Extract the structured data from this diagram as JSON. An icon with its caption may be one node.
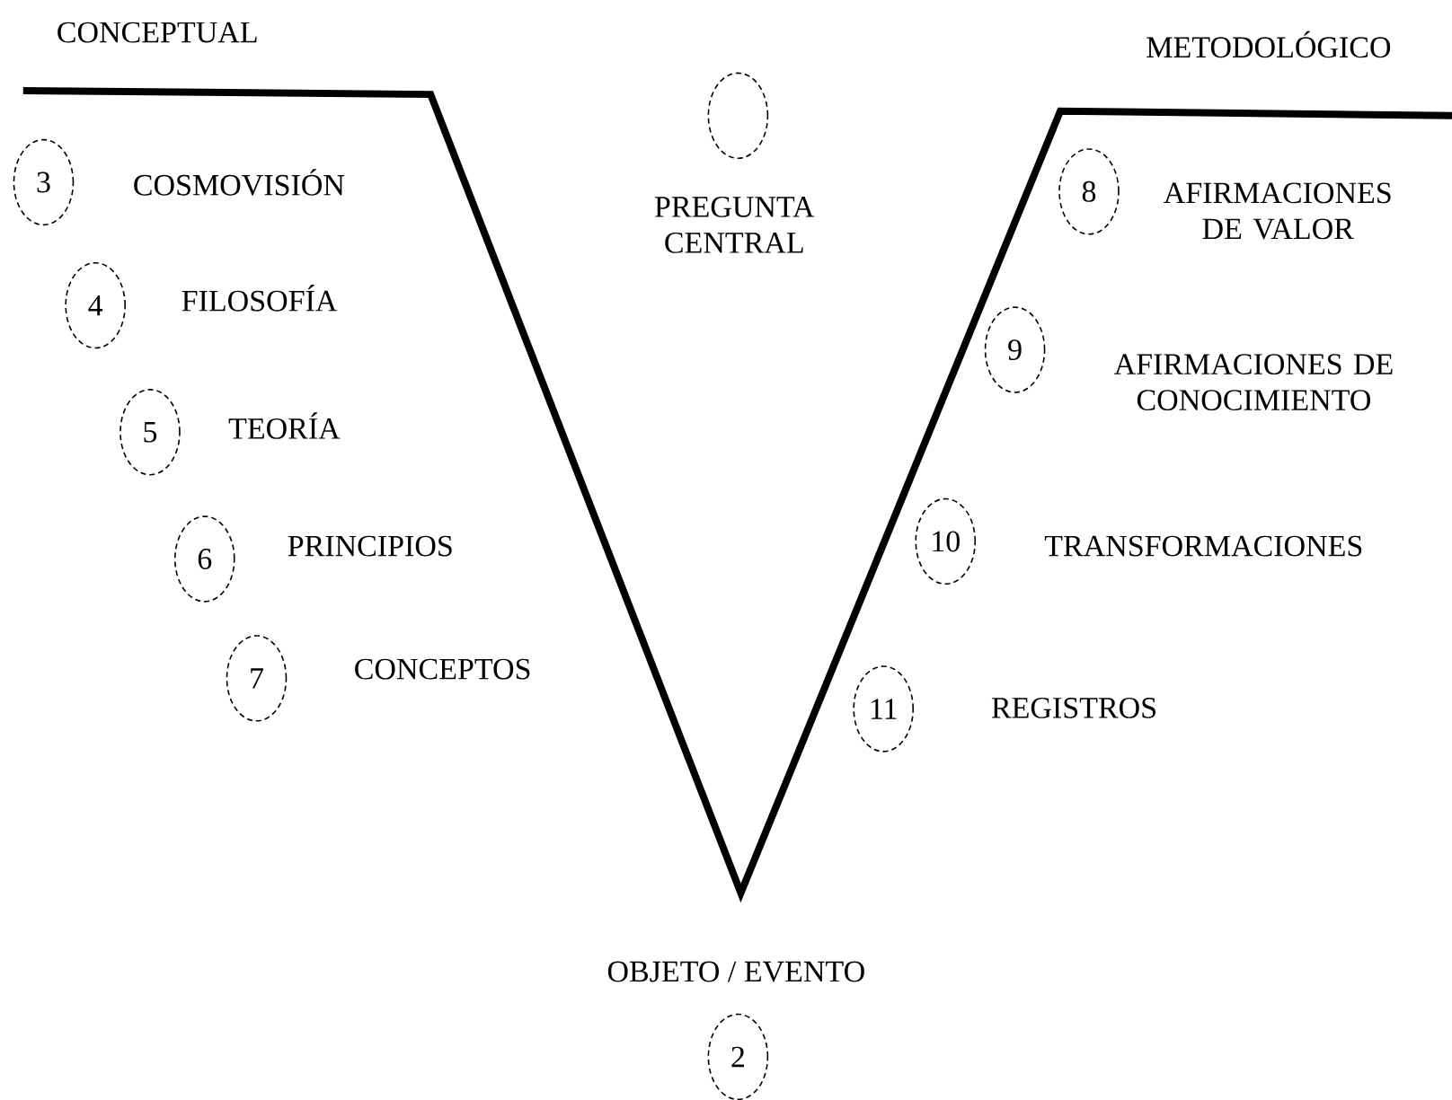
{
  "diagram": {
    "nodes": [
      {
        "text": [],
        "shape": "circle",
        "beside": [
          "PREGUNTA CENTRAL"
        ]
      },
      {
        "text": [
          "3"
        ],
        "beside": [
          "COSMOVISIÓN"
        ]
      },
      {
        "text": [
          "4"
        ],
        "beside": [
          "FILOSOFÍA"
        ]
      },
      {
        "text": [
          "5"
        ],
        "beside": [
          "TEORÍA"
        ]
      },
      {
        "text": [
          "6"
        ],
        "beside": [
          "PRINCIPIOS"
        ]
      },
      {
        "text": [
          "7"
        ],
        "beside": [
          "CONCEPTOS"
        ]
      },
      {
        "text": [
          "8"
        ],
        "beside": [
          "AFIRMACIONES DE VALOR"
        ]
      },
      {
        "text": [
          "9"
        ],
        "beside": [
          "AFIRMACIONES DE CONOCIMIENTO"
        ]
      },
      {
        "text": [
          "10"
        ],
        "beside": [
          "TRANSFORMACIONES"
        ]
      },
      {
        "text": [
          "11"
        ],
        "beside": [
          "REGISTROS"
        ]
      },
      {
        "text": [
          "2"
        ],
        "beside": [
          "OBJETO / EVENTO"
        ]
      }
    ],
    "labels": [
      "CONCEPTUAL",
      "METODOLÓGICO"
    ]
  }
}
